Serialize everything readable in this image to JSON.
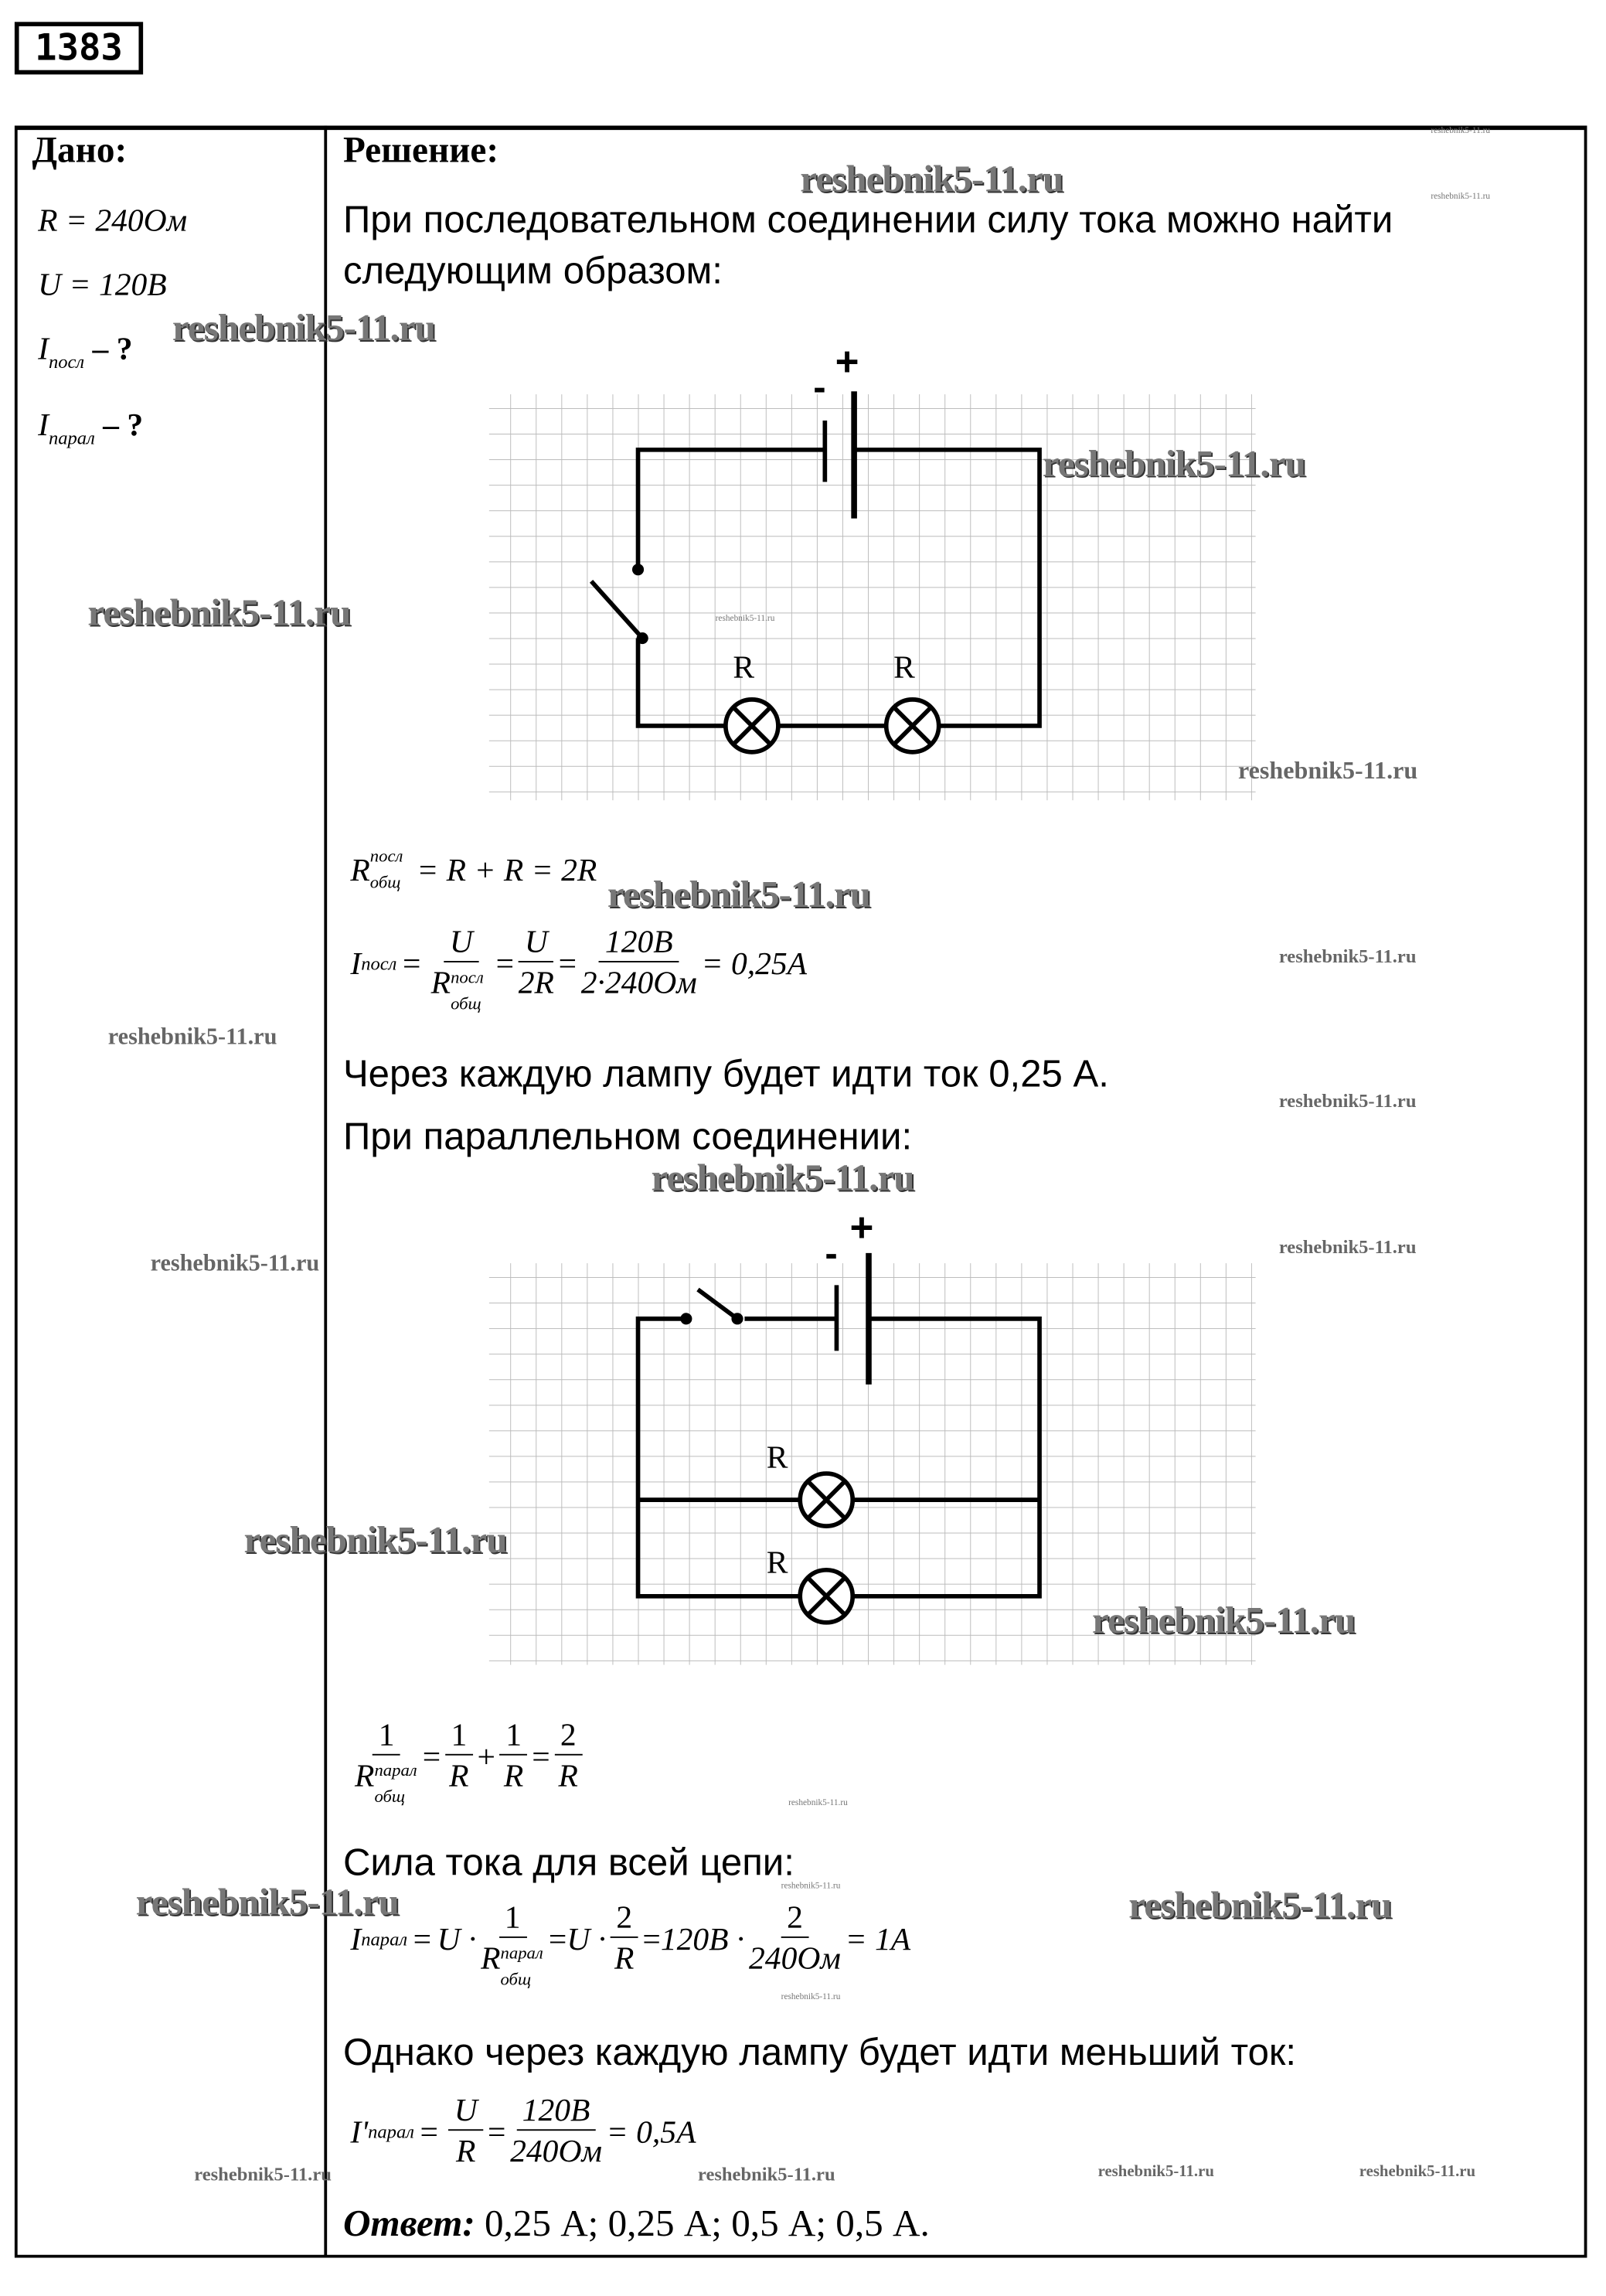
{
  "problem_number": "1383",
  "given": {
    "title": "Дано:",
    "r": "R = 240Ом",
    "u": "U = 120B",
    "i_series": "I",
    "i_series_sub": "посл",
    "i_parallel": "I",
    "i_parallel_sub": "парал",
    "unknown": "– ?"
  },
  "solution": {
    "title": "Решение:",
    "intro_1": "При последовательном соединении силу тока можно найти",
    "intro_2": "следующим образом:",
    "circuit_labels": {
      "minus": "-",
      "plus": "+",
      "r": "R"
    },
    "r_total_series": {
      "R": "R",
      "sup": "посл",
      "sub": "общ",
      "rhs": "= R + R = 2R"
    },
    "i_series": {
      "lhs": "I",
      "lhs_sub": "посл",
      "u": "U",
      "two_r": "2R",
      "num": "120B",
      "den": "2·240Ом",
      "result": "= 0,25A",
      "eq": "="
    },
    "each_lamp_series": "Через каждую лампу будет идти ток 0,25 А.",
    "parallel_intro": "При параллельном соединении:",
    "r_total_parallel": {
      "one": "1",
      "sup": "парал",
      "sub": "общ",
      "two": "2",
      "R": "R",
      "plus": "+",
      "eq": "="
    },
    "whole_circuit": "Сила тока для всей цепи:",
    "i_parallel": {
      "lhs": "I",
      "lhs_sub": "парал",
      "u_dot": "U ·",
      "u120": "120B ·",
      "num2": "2",
      "den": "240Ом",
      "result": "= 1A"
    },
    "each_lamp_parallel": "Однако через каждую лампу будет идти меньший ток:",
    "i_prime": {
      "lhs": "I'",
      "lhs_sub": "парал",
      "result": "= 0,5A"
    },
    "answer_label": "Ответ:",
    "answer_value": " 0,25 А; 0,25 А; 0,5 А; 0,5 А."
  },
  "watermark": "reshebnik5-11.ru"
}
